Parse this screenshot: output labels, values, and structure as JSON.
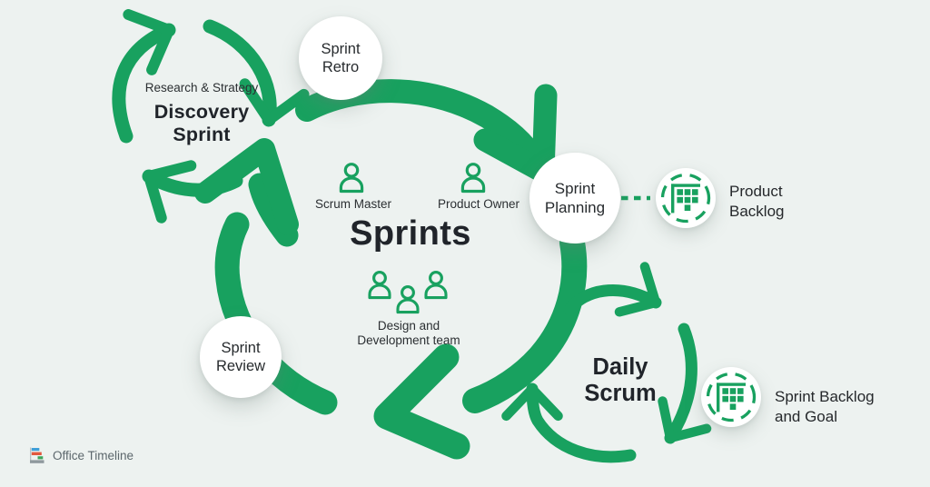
{
  "colors": {
    "green": "#18A15F",
    "background": "#EDF2F0",
    "text_dark": "#20242A",
    "text_body": "#2B2F32",
    "badge_bg": "#FFFFFF"
  },
  "center": {
    "title": "Sprints"
  },
  "discovery": {
    "subtitle": "Research & Strategy",
    "title": "Discovery\nSprint"
  },
  "daily": {
    "title": "Daily\nScrum"
  },
  "badges": {
    "retro": "Sprint\nRetro",
    "planning": "Sprint\nPlanning",
    "review": "Sprint\nReview"
  },
  "roles": {
    "scrum_master": "Scrum Master",
    "product_owner": "Product Owner",
    "team": "Design and\nDevelopment team"
  },
  "artifacts": {
    "product_backlog": "Product\nBacklog",
    "sprint_backlog": "Sprint Backlog\nand Goal"
  },
  "footer": {
    "brand": "Office Timeline"
  }
}
